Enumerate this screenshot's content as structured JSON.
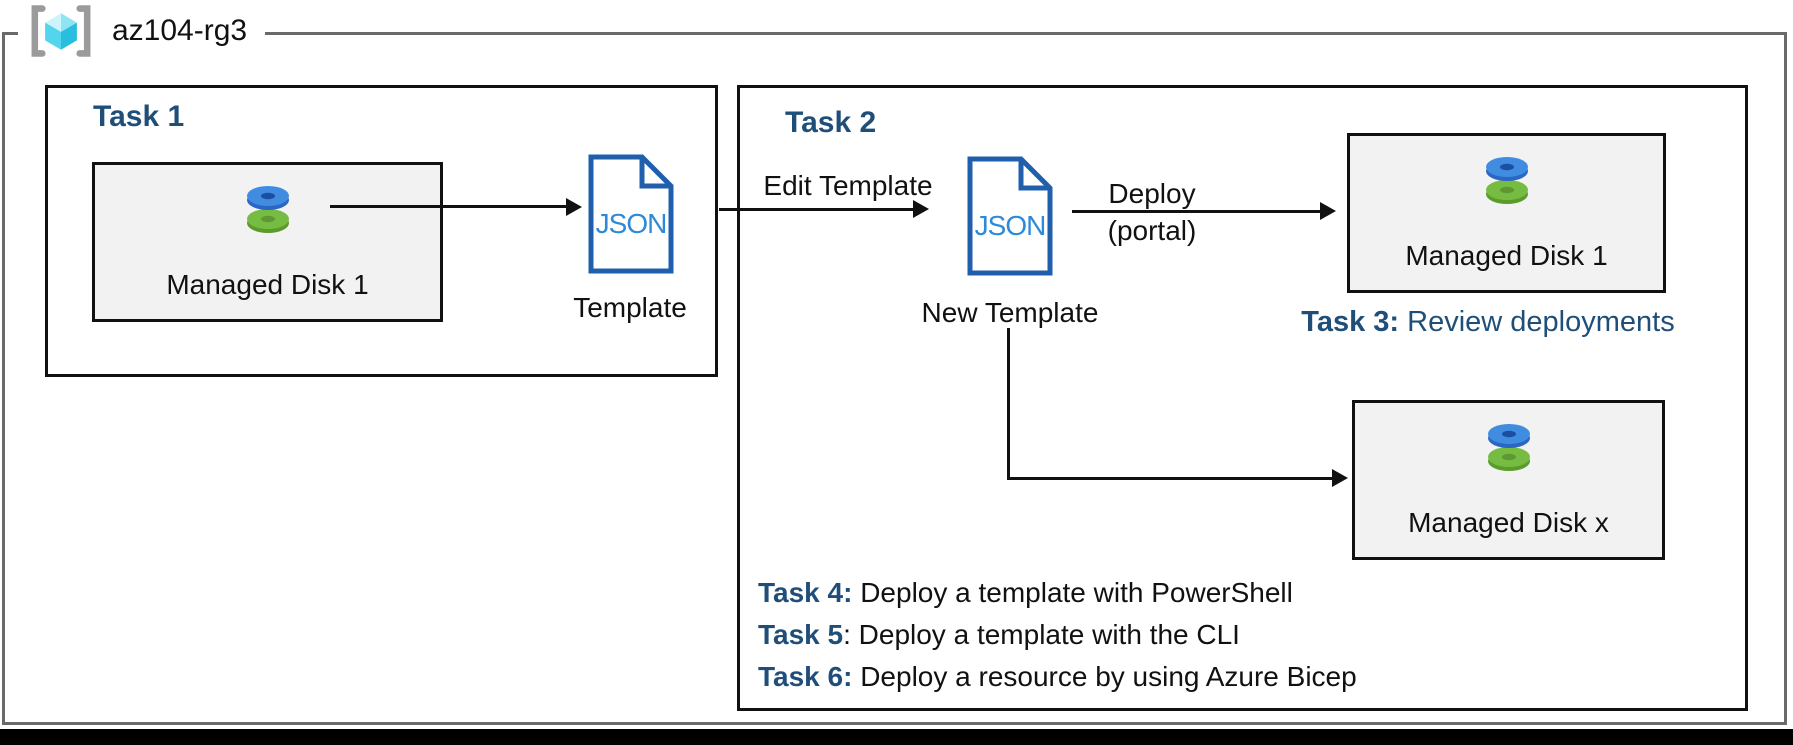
{
  "resource_group": {
    "name": "az104-rg3"
  },
  "doc_icon_label": "JSON",
  "task1": {
    "title": "Task 1",
    "disk_label": "Managed Disk 1",
    "template_caption": "Template"
  },
  "task2": {
    "title": "Task 2",
    "edit_arrow_label": "Edit Template",
    "new_template_caption": "New Template",
    "deploy_label": "Deploy",
    "deploy_sublabel": "(portal)",
    "disk1_label": "Managed Disk 1",
    "diskx_label": "Managed Disk x"
  },
  "task3": {
    "prefix": "Task 3:",
    "text": " Review deployments"
  },
  "task_list": [
    {
      "prefix": "Task 4:",
      "text": " Deploy a template with PowerShell"
    },
    {
      "prefix": "Task 5",
      "text": ": Deploy a template with the CLI"
    },
    {
      "prefix": "Task 6:",
      "text": " Deploy a resource by using Azure Bicep"
    }
  ],
  "colors": {
    "heading_blue": "#1F4E79",
    "doc_outline": "#1F5FAC",
    "doc_text": "#2E8AD8",
    "boundary_gray": "#6A6A6A",
    "box_fill": "#F2F2F2",
    "disk_blue_top": "#3F8CE0",
    "disk_blue_rim": "#2A66C4",
    "disk_blue_hole": "#1C4FA1",
    "disk_green_top": "#77BC42",
    "disk_green_rim": "#5B9B2C",
    "disk_green_hole": "#5E9733",
    "cube_cyan_light": "#CDF3FB",
    "cube_cyan_mid": "#8FE4F4",
    "cube_cyan": "#53D5EE",
    "cube_cyan_dark": "#29BEDD",
    "bracket_gray": "#9B9B9B"
  }
}
